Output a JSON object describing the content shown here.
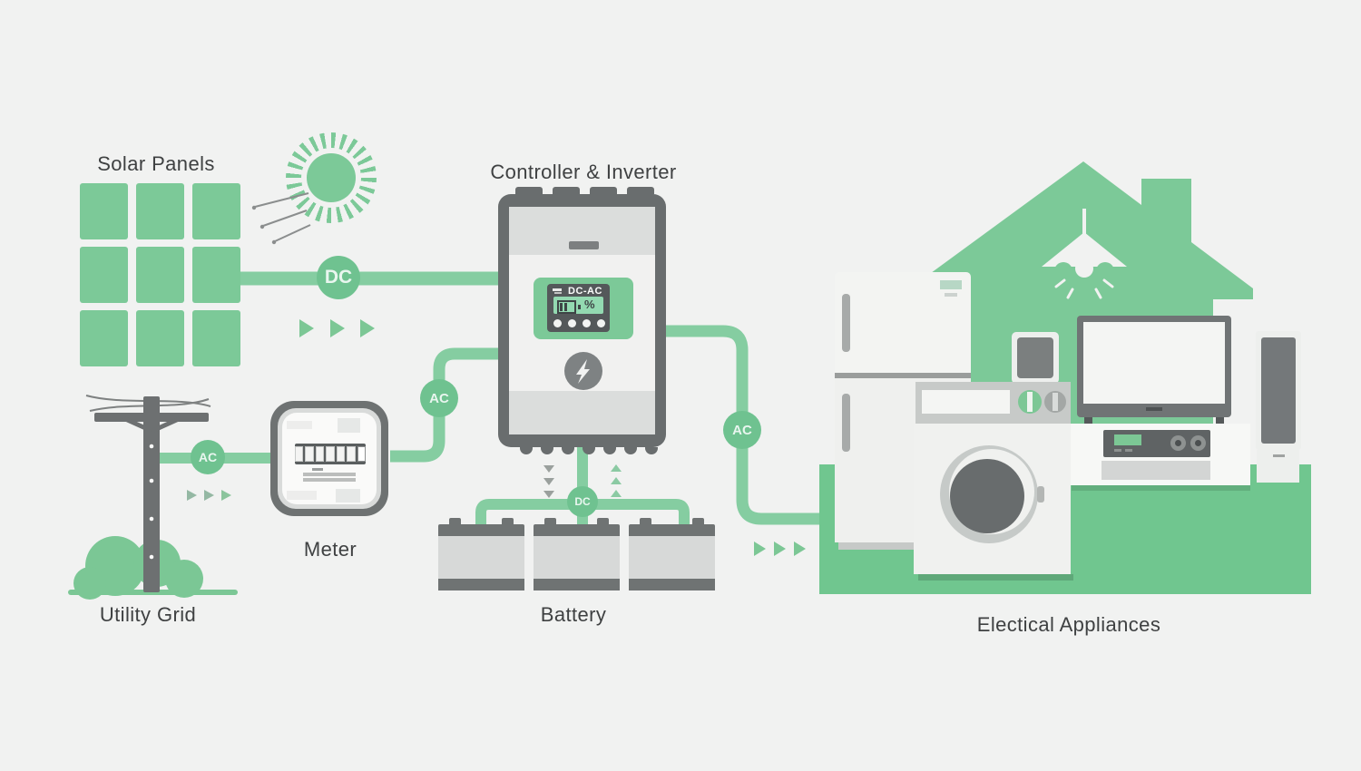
{
  "labels": {
    "solar_panels": "Solar Panels",
    "controller_inverter": "Controller & Inverter",
    "meter": "Meter",
    "utility_grid": "Utility Grid",
    "battery": "Battery",
    "electrical_appliances": "Electical Appliances"
  },
  "flow": {
    "dc_solar": "DC",
    "ac_grid": "AC",
    "ac_meter": "AC",
    "ac_house": "AC",
    "dc_battery": "DC"
  },
  "controller": {
    "display_mode": "DC-AC",
    "display_percent": "%"
  },
  "colors": {
    "background": "#f1f2f1",
    "green": "#7cc998",
    "green_line": "#85cda1",
    "green_circle": "#6fc290",
    "green_platform": "#70c68f",
    "dark_gray": "#696d6e",
    "text": "#3f4142"
  }
}
